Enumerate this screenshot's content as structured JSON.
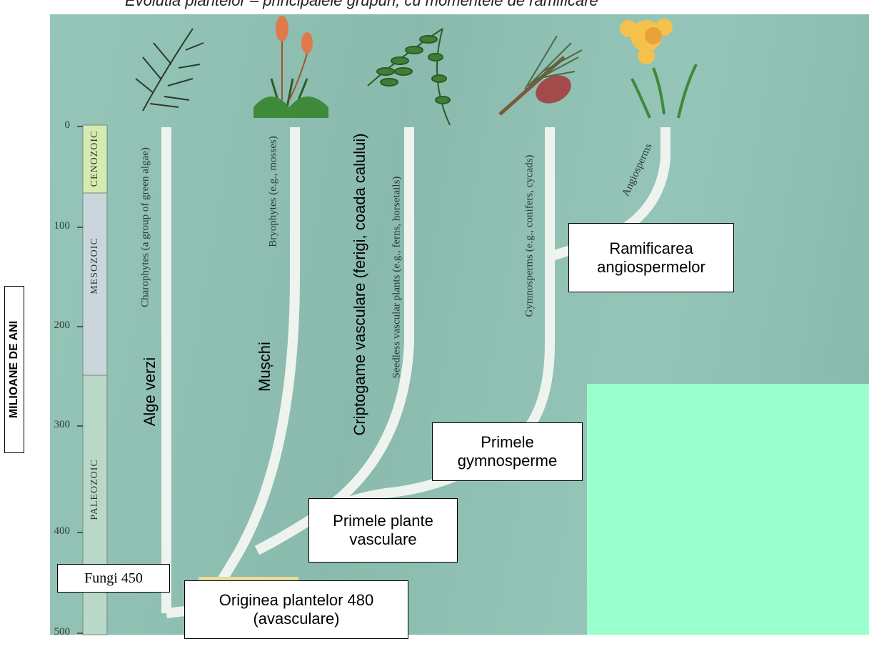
{
  "header_text": "Evolutia plantelor – principalele grupuri, cu momentele de ramificare",
  "y_axis": {
    "title": "MILIOANE DE ANI",
    "ticks": [
      "0",
      "100",
      "200",
      "300",
      "400",
      "500"
    ]
  },
  "eras": [
    "CENOZOIC",
    "MESOZOIC",
    "PALEOZOIC"
  ],
  "lineages": {
    "charophytes_book": "Charophytes (a group of green algae)",
    "charophytes_ro": "Alge verzi",
    "bryophytes_book": "Bryophytes (e.g., mosses)",
    "bryophytes_ro": "Mușchi",
    "seedless_book": "Seedless vascular plants (e.g., ferns, horsetails)",
    "seedless_ro": "Criptogame vasculare (ferigi, coada calului)",
    "gymnosperms_book": "Gymnosperms (e.g., conifers, cycads)",
    "angiosperms_book": "Angiosperms"
  },
  "events": {
    "fungi": "Fungi 450",
    "origin": "Originea plantelor 480 (avasculare)",
    "vascular": "Primele plante vasculare",
    "gymnosperms": "Primele gymnosperme",
    "angiosperms": "Ramificarea angiospermelor"
  },
  "colors": {
    "background": "#8fc2b4",
    "branch": "#eef3ee",
    "cenozoic": "#d6ebb0",
    "mesozoic": "#cbd6dc",
    "paleozoic": "#b9d8c8",
    "overlay_box": "#99ffcc"
  }
}
